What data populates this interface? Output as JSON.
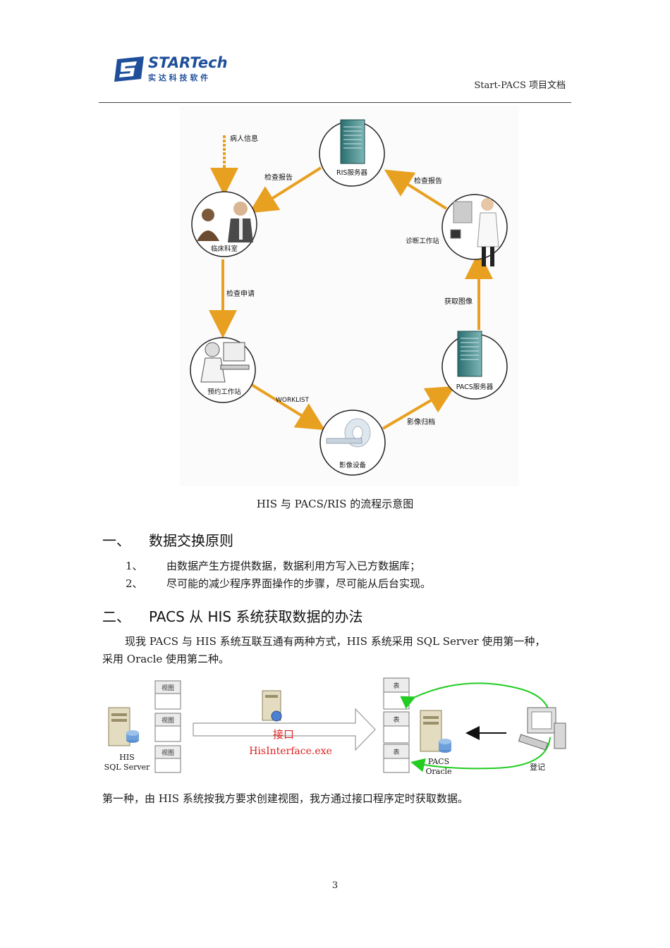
{
  "header": {
    "logo_brand": "STARTech",
    "logo_sub": "实 达 科 技 软 件",
    "doc_title": "Start-PACS 项目文档"
  },
  "figure1": {
    "nodes": {
      "ris_server": "RIS服务器",
      "clinical_dept": "临床科室",
      "diagnosis_station": "诊断工作站",
      "booking_station": "预约工作站",
      "pacs_server": "PACS服务器",
      "imaging_device": "影像设备"
    },
    "arrows": {
      "patient_info": "病人信息",
      "exam_report_left": "检查报告",
      "exam_report_right": "检查报告",
      "exam_request": "检查申请",
      "get_images": "获取图像",
      "worklist": "WORKLIST",
      "image_archive": "影像归档"
    },
    "caption": "HIS 与 PACS/RIS 的流程示意图"
  },
  "section1": {
    "num": "一、",
    "title": "数据交换原则",
    "items": [
      {
        "idx": "1、",
        "text": "由数据产生方提供数据，数据利用方写入已方数据库；"
      },
      {
        "idx": "2、",
        "text": "尽可能的减少程序界面操作的步骤，尽可能从后台实现。"
      }
    ]
  },
  "section2": {
    "num": "二、",
    "title": "PACS 从 HIS 系统获取数据的办法",
    "para_line1": "现我 PACS 与 HIS 系统互联互通有两种方式，HIS 系统采用 SQL  Server 使用第一种，",
    "para_line2": "采用 Oracle 使用第二种。"
  },
  "figure2": {
    "view_label": "视图",
    "table_label": "表",
    "his_label": "HIS",
    "sql_label": "SQL Server",
    "interface_label": "接口",
    "exe_label": "HisInterface.exe",
    "pacs_label": "PACS",
    "oracle_label": "Oracle",
    "register_label": "登记",
    "colors": {
      "interface_red": "#e02020",
      "link_green": "#22cc22"
    }
  },
  "para_after": "第一种，由 HIS 系统按我方要求创建视图，我方通过接口程序定时获取数据。",
  "page_number": "3"
}
